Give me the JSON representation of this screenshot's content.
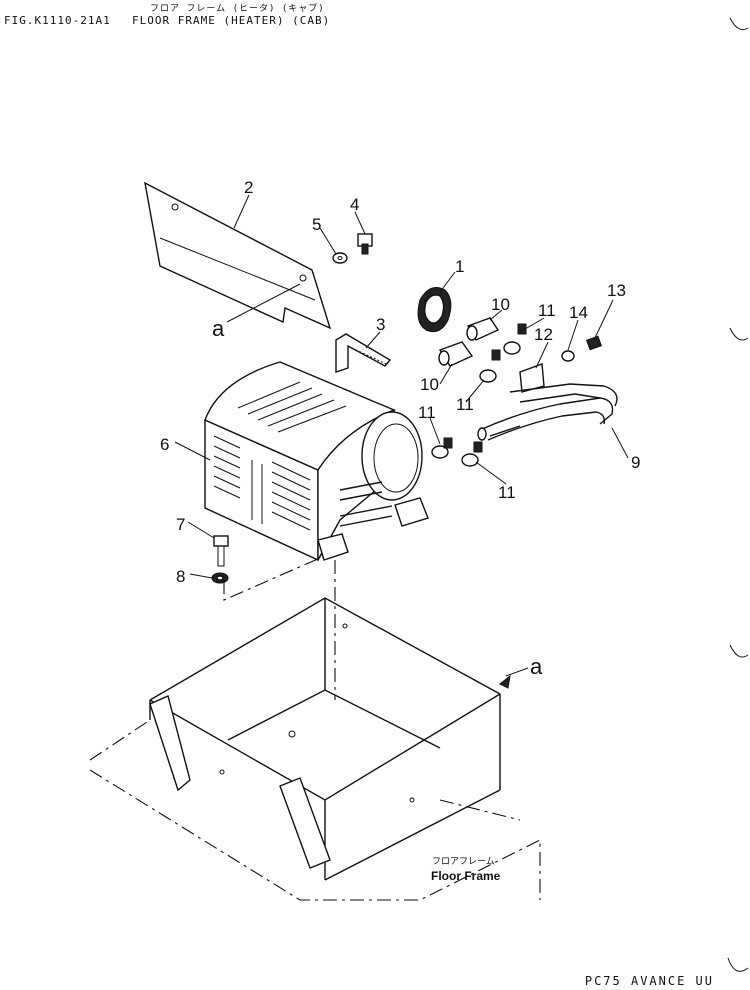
{
  "header": {
    "fig_code": "FIG.K1110-21A1",
    "title": "FLOOR FRAME (HEATER) (CAB)",
    "title_jp": "フロア フレーム (ヒータ) (キャブ)"
  },
  "footer": {
    "model": "PC75 AVANCE UU"
  },
  "callouts": [
    "1",
    "2",
    "3",
    "4",
    "5",
    "6",
    "7",
    "8",
    "9",
    "10",
    "10",
    "11",
    "11",
    "11",
    "11",
    "12",
    "13",
    "14"
  ],
  "reference": {
    "letter": "a"
  },
  "floor_frame": {
    "label_jp": "フロアフレーム",
    "label": "Floor Frame"
  }
}
